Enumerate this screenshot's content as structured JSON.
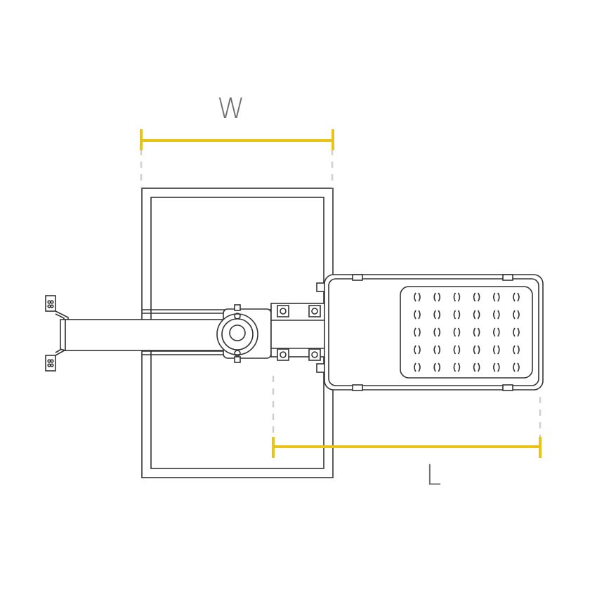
{
  "colors": {
    "outline": "#333333",
    "dimension": "#e8c414",
    "extension": "#cfcfcf",
    "label": "#707070"
  },
  "dimensions": {
    "width_label": "W",
    "length_label": "L"
  },
  "led_array": {
    "rows": 5,
    "cols": 6
  }
}
